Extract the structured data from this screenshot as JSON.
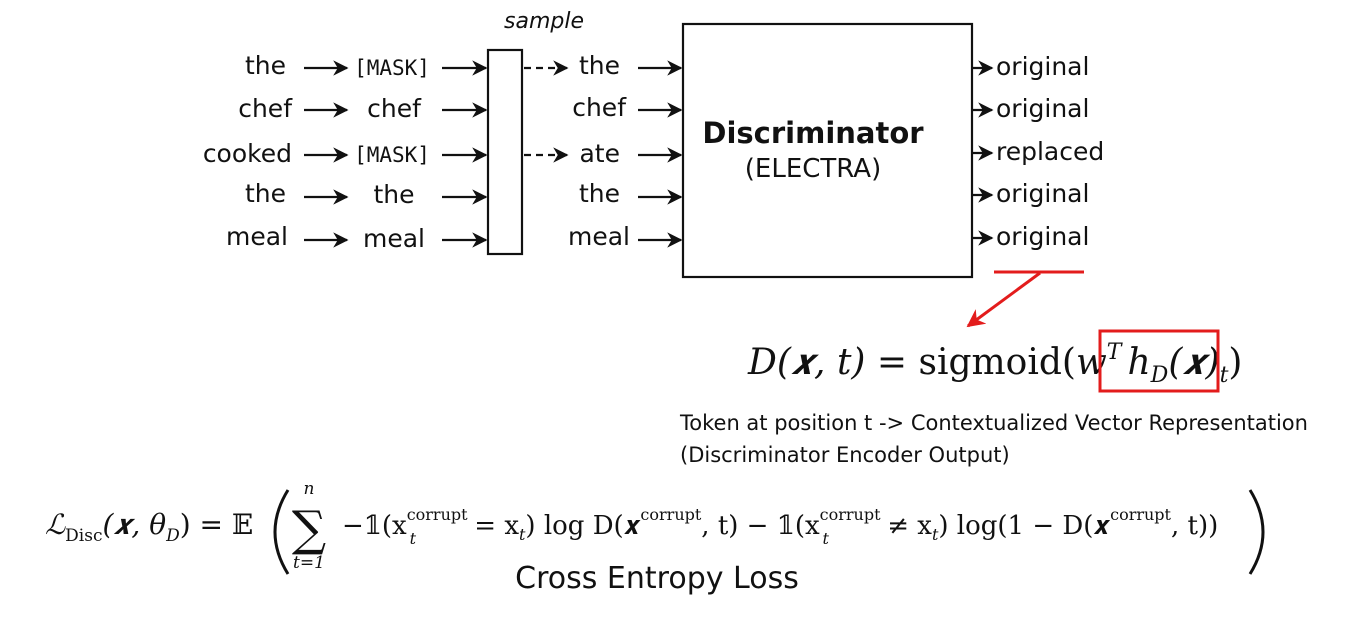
{
  "sample_label": "sample",
  "input_tokens": [
    "the",
    "chef",
    "cooked",
    "the",
    "meal"
  ],
  "masked_tokens": [
    "[MASK]",
    "chef",
    "[MASK]",
    "the",
    "meal"
  ],
  "sampled_tokens": [
    "the",
    "chef",
    "ate",
    "the",
    "meal"
  ],
  "discriminator": {
    "title": "Discriminator",
    "subtitle": "(ELECTRA)"
  },
  "outputs": [
    "original",
    "original",
    "replaced",
    "original",
    "original"
  ],
  "formula_d": {
    "lhs": "D(𝒙, t) = ",
    "fn": "sigmoid(",
    "w": "w",
    "T": "T",
    "h": "h",
    "hsub": "D",
    "harg": "(𝒙)",
    "t": "t",
    "close": ")"
  },
  "note": {
    "line1": "Token at position t  -> Contextualized Vector Representation",
    "line2": "(Discriminator Encoder Output)"
  },
  "loss": {
    "lhs": "ℒ",
    "lhs_sub": "Disc",
    "lhs_args": "(𝒙, θ",
    "lhs_args_sub": "D",
    "eq": ") = 𝔼",
    "sum_top": "n",
    "sum_bottom": "t=1",
    "term1_a": "−𝟙(x",
    "term1_sup": "corrupt",
    "term1_sub": "t",
    "term1_b": " = x",
    "term1_bsub": "t",
    "term1_c": ") log D(𝒙",
    "term1_csup": "corrupt",
    "term1_d": ", t) − 𝟙(x",
    "term2_sup": "corrupt",
    "term2_sub": "t",
    "term2_b": " ≠ x",
    "term2_bsub": "t",
    "term2_c": ") log(1 − D(𝒙",
    "term2_csup": "corrupt",
    "term2_d": ", t))"
  },
  "caption": "Cross Entropy Loss",
  "colors": {
    "highlight": "#e31c1c",
    "ink": "#111111"
  }
}
